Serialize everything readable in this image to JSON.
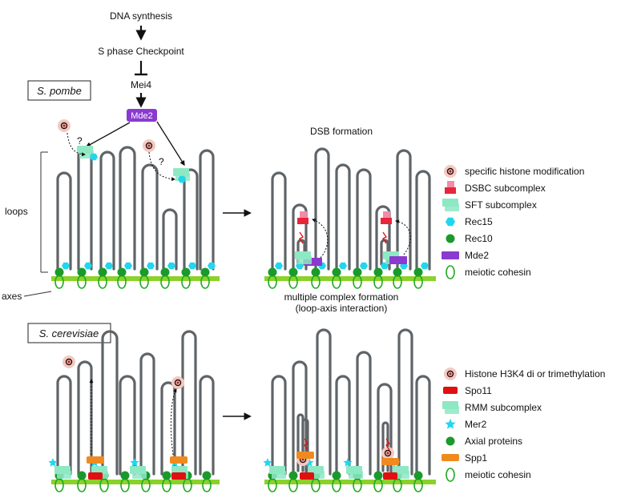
{
  "pathway": {
    "dna_synthesis": "DNA synthesis",
    "checkpoint": "S phase Checkpoint",
    "mei4": "Mei4",
    "mde2": "Mde2",
    "question": "?"
  },
  "pombe": {
    "species": "S. pombe",
    "loops_label": "loops",
    "axes_label": "axes",
    "dsb_formation": "DSB formation",
    "caption_line1": "multiple complex formation",
    "caption_line2": "(loop-axis interaction)"
  },
  "cerevisiae": {
    "species": "S. cerevisiae"
  },
  "legend_pombe": [
    {
      "label": "specific histone modification",
      "icon": "histone-mark-icon"
    },
    {
      "label": "DSBC subcomplex",
      "icon": "dsbc-icon"
    },
    {
      "label": "SFT subcomplex",
      "icon": "sft-icon"
    },
    {
      "label": "Rec15",
      "icon": "rec15-icon"
    },
    {
      "label": "Rec10",
      "icon": "rec10-icon"
    },
    {
      "label": "Mde2",
      "icon": "mde2-icon"
    },
    {
      "label": "meiotic cohesin",
      "icon": "cohesin-icon"
    }
  ],
  "legend_cerevisiae": [
    {
      "label": "Histone H3K4 di or trimethylation",
      "icon": "histone-mark-icon"
    },
    {
      "label": "Spo11",
      "icon": "spo11-icon"
    },
    {
      "label": "RMM subcomplex",
      "icon": "rmm-icon"
    },
    {
      "label": "Mer2",
      "icon": "mer2-icon"
    },
    {
      "label": "Axial proteins",
      "icon": "axial-protein-icon"
    },
    {
      "label": "Spp1",
      "icon": "spp1-icon"
    },
    {
      "label": "meiotic cohesin",
      "icon": "cohesin-icon"
    }
  ],
  "colors": {
    "loop": "#5f6468",
    "axis": "#8bd12a",
    "cohesin": "#22aa22",
    "rec10": "#1a9a2a",
    "rec15": "#22d6ee",
    "sft": "#8ee8c4",
    "dsbc_dark": "#e8253a",
    "dsbc_light": "#f48aa8",
    "mde2": "#8a3ad0",
    "histone_outer": "#f2c9c0",
    "histone_inner": "#a81d2a",
    "spp1": "#f08a1e",
    "spo11": "#e01010"
  }
}
